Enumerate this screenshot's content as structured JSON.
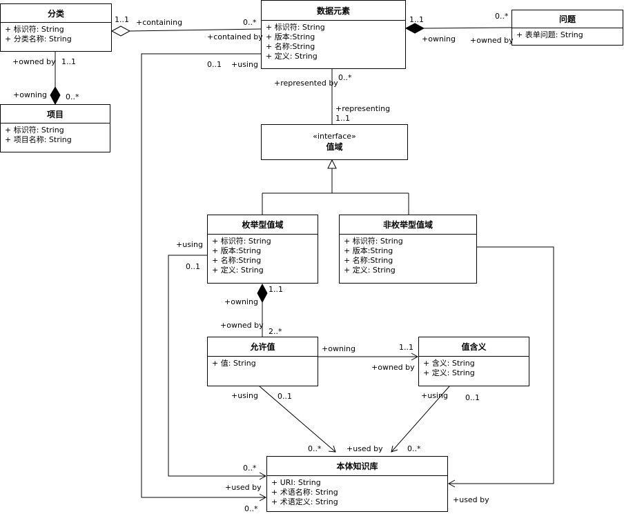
{
  "classes": {
    "category": {
      "name": "分类",
      "attrs": [
        "+ 标识符: String",
        "+ 分类名称: String"
      ]
    },
    "data_element": {
      "name": "数据元素",
      "attrs": [
        "+ 标识符: String",
        "+ 版本:String",
        "+ 名称:String",
        "+ 定义: String"
      ]
    },
    "question": {
      "name": "问题",
      "attrs": [
        "+ 表单问题: String"
      ]
    },
    "item": {
      "name": "项目",
      "attrs": [
        "+ 标识符: String",
        "+ 项目名称: String"
      ]
    },
    "value_domain": {
      "stereotype": "«interface»",
      "name": "值域",
      "attrs": []
    },
    "enum_domain": {
      "name": "枚举型值域",
      "attrs": [
        "+ 标识符: String",
        "+ 版本:String",
        "+ 名称:String",
        "+ 定义: String"
      ]
    },
    "nonenum_domain": {
      "name": "非枚举型值域",
      "attrs": [
        "+ 标识符: String",
        "+ 版本:String",
        "+ 名称:String",
        "+ 定义: String"
      ]
    },
    "permissible_value": {
      "name": "允许值",
      "attrs": [
        "+ 值: String"
      ]
    },
    "value_meaning": {
      "name": "值含义",
      "attrs": [
        "+ 含义: String",
        "+ 定义: String"
      ]
    },
    "ontology": {
      "name": "本体知识库",
      "attrs": [
        "+ URI: String",
        "+ 术语名称: String",
        "+ 术语定义: String"
      ]
    }
  },
  "labels": {
    "cat_mult_1": "1..1",
    "cat_containing": "+containing",
    "de_mult_0": "0..*",
    "de_contained_by": "+contained by",
    "de_q_mult_1": "1..1",
    "q_mult_0": "0..*",
    "de_owning": "+owning",
    "q_owned_by": "+owned by",
    "cat_owned_by": "+owned by",
    "cat_item_mult_1": "1..1",
    "item_owning": "+owning",
    "item_mult_0": "0..*",
    "de_onto_mult": "0..1",
    "de_using": "+using",
    "de_represented_by": "+represented by",
    "de_vd_mult_0": "0..*",
    "vd_representing": "+representing",
    "vd_mult_1": "1..1",
    "enum_using": "+using",
    "enum_onto_mult": "0..1",
    "enum_pv_mult_1": "1..1",
    "enum_owning": "+owning",
    "pv_owned_by": "+owned by",
    "pv_mult_2": "2..*",
    "pv_owning": "+owning",
    "vm_mult_1": "1..1",
    "vm_owned_by": "+owned by",
    "pv_using": "+using",
    "pv_onto_mult": "0..1",
    "vm_using": "+using",
    "vm_onto_mult": "0..1",
    "onto_used_by_top": "+used by",
    "onto_pv_mult": "0..*",
    "onto_vm_mult": "0..*",
    "onto_enum_mult": "0..*",
    "onto_used_by_left": "+used by",
    "onto_de_mult": "0..*",
    "onto_used_by_right": "+used by"
  }
}
